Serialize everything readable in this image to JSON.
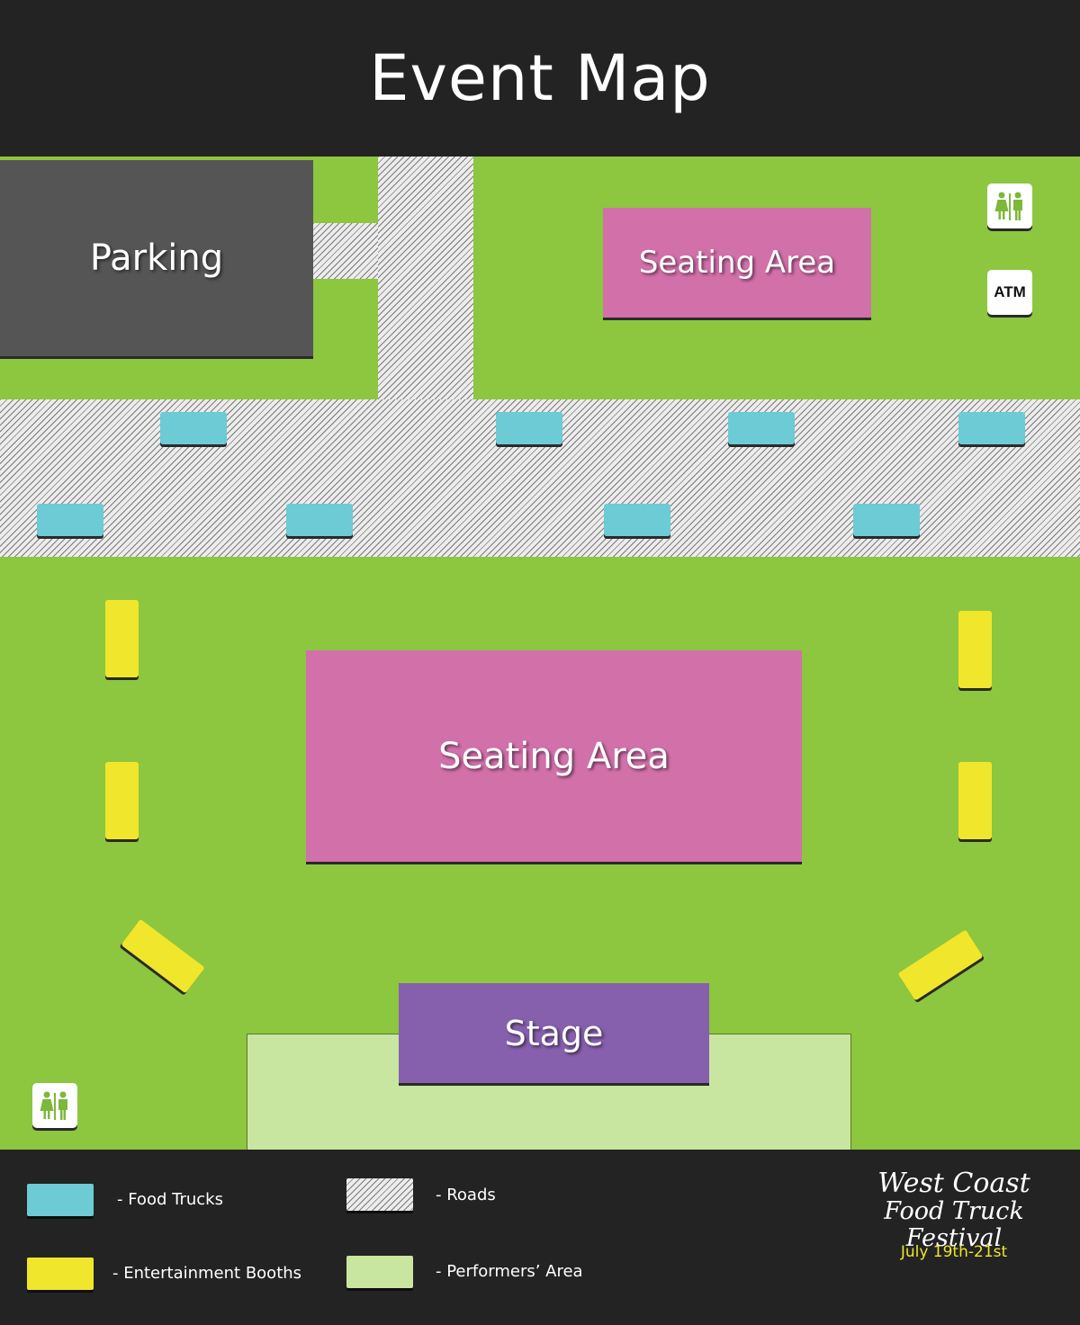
{
  "header": {
    "title": "Event Map"
  },
  "map": {
    "zones": {
      "parking_label": "Parking",
      "seating_top_label": "Seating Area",
      "seating_main_label": "Seating Area",
      "stage_label": "Stage"
    },
    "facilities": {
      "restroom_icon": "restroom-icon",
      "atm_label": "ATM"
    },
    "colors": {
      "grass": "#8dc63f",
      "parking": "#555555",
      "seating": "#d270aa",
      "stage": "#8660ad",
      "food_truck": "#6ccbd4",
      "entertainment_booth": "#f0e62c",
      "performers_area": "#c8e6a0"
    }
  },
  "legend": {
    "food_trucks": "- Food Trucks",
    "roads": "- Roads",
    "entertainment_booths": "- Entertainment Booths",
    "performers_area": "- Performers’ Area"
  },
  "branding": {
    "line1": "West Coast",
    "line2": "Food Truck Festival",
    "dates": "July 19th-21st"
  }
}
